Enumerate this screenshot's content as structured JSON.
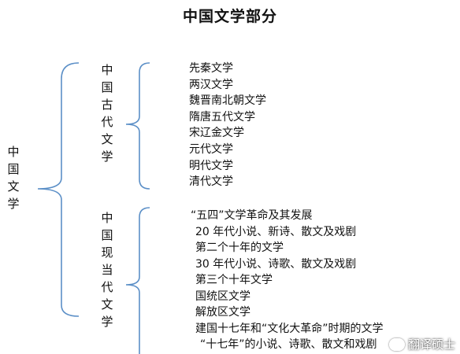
{
  "title": "中国文学部分",
  "root_label": [
    "中",
    "国",
    "文",
    "学"
  ],
  "branches": [
    {
      "label": [
        "中",
        "国",
        "古",
        "代",
        "文",
        "学"
      ],
      "items": [
        "先秦文学",
        "两汉文学",
        "魏晋南北朝文学",
        "隋唐五代文学",
        "宋辽金文学",
        "元代文学",
        "明代文学",
        "清代文学"
      ]
    },
    {
      "label": [
        "中",
        "国",
        "现",
        "当",
        "代",
        "文",
        "学"
      ],
      "items": [
        "“五四”文学革命及其发展",
        "20 年代小说、新诗、散文及戏剧",
        "第二个十年的文学",
        "30 年代小说、诗歌、散文及戏剧",
        "第三个十年文学",
        "国统区文学",
        "解放区文学",
        "建国十七年和“文化大革命”时期的文学",
        "“十七年”的小说、诗歌、散文和戏剧"
      ]
    }
  ],
  "watermark": "翻译硕士",
  "colors": {
    "brace": "#5b8fc7",
    "text": "#111111"
  }
}
